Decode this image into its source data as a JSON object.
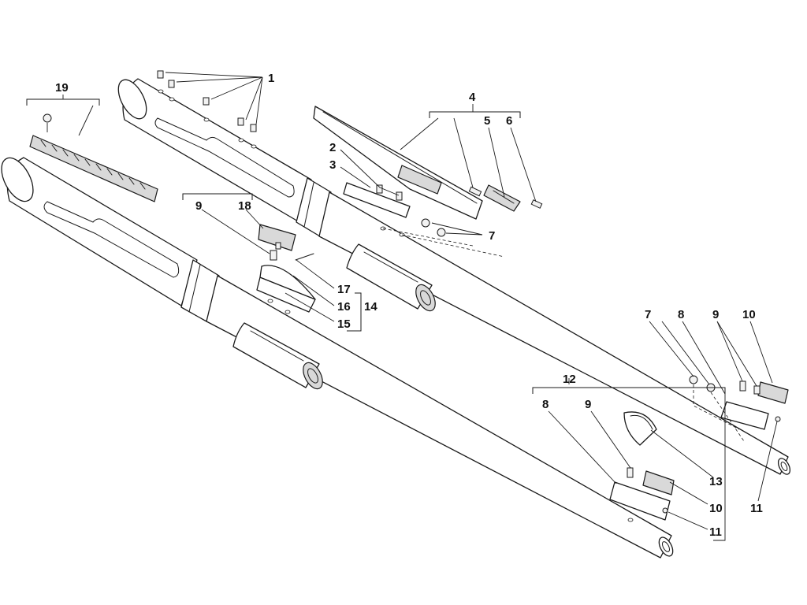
{
  "callouts": {
    "c1": "1",
    "c2": "2",
    "c3": "3",
    "c4": "4",
    "c5": "5",
    "c6": "6",
    "c7_top": "7",
    "c7_right": "7",
    "c8_right": "8",
    "c8_lower": "8",
    "c9_left": "9",
    "c9_right": "9",
    "c9_lower": "9",
    "c10_right": "10",
    "c10_lower": "10",
    "c11_right": "11",
    "c11_lower": "11",
    "c12": "12",
    "c13": "13",
    "c14": "14",
    "c15": "15",
    "c16": "16",
    "c17": "17",
    "c18": "18",
    "c19": "19"
  },
  "colors": {
    "line": "#1a1a1a",
    "part_fill": "#ffffff",
    "shade": "#d9d9d9"
  }
}
